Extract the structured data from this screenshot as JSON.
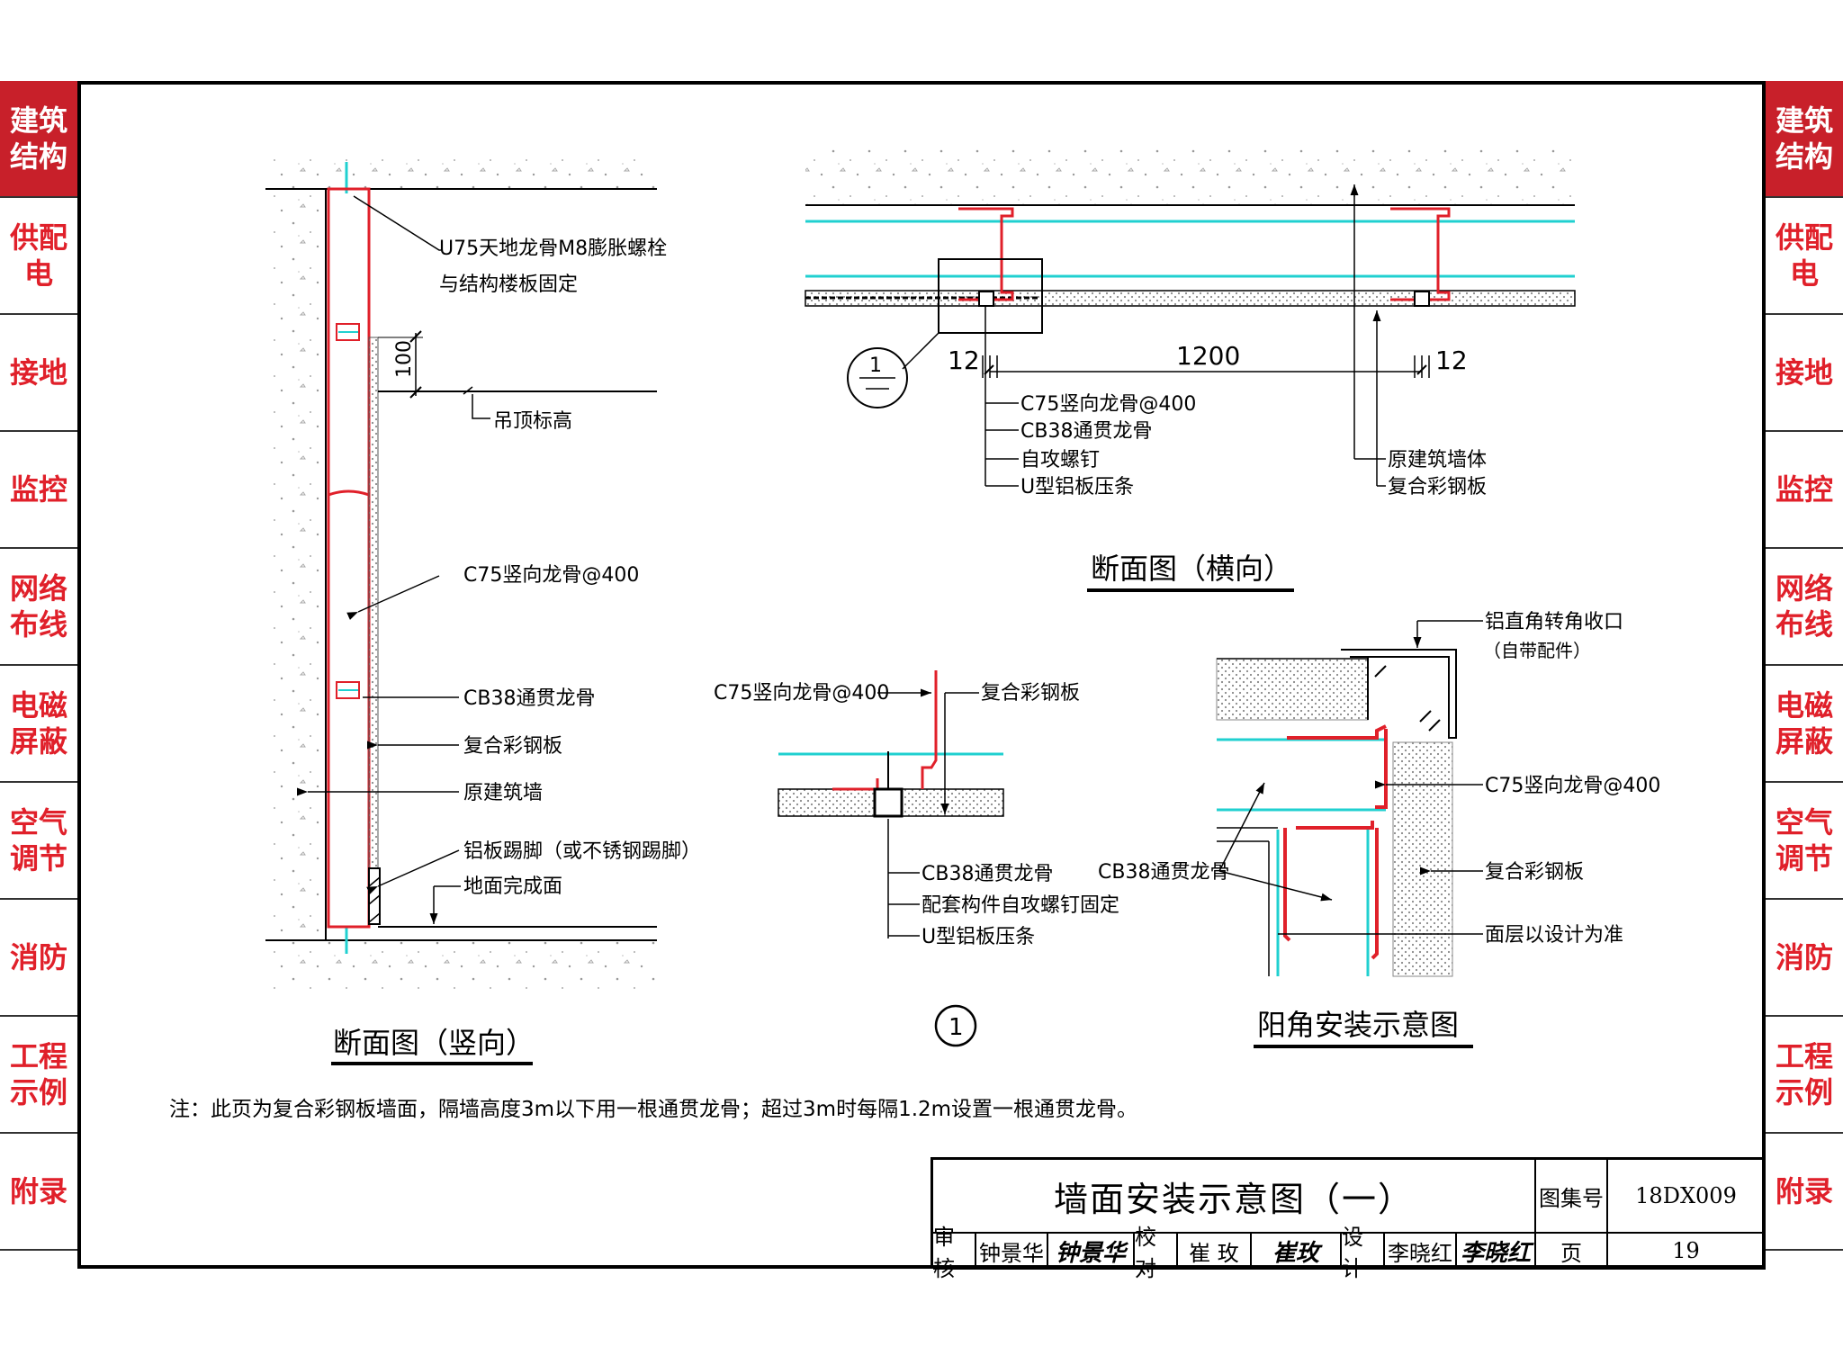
{
  "side_tabs": [
    "建筑结构",
    "供配电",
    "接地",
    "监控",
    "网络布线",
    "电磁屏蔽",
    "空气调节",
    "消防",
    "工程示例",
    "附录"
  ],
  "active_tab": 0,
  "vertical_section": {
    "title": "断面图（竖向）",
    "label_u75": "U75天地龙骨M8膨胀螺栓",
    "label_u75_2": "与结构楼板固定",
    "dim_100": "100",
    "label_ceiling": "吊顶标高",
    "label_c75": "C75竖向龙骨@400",
    "label_cb38": "CB38通贯龙骨",
    "label_panel": "复合彩钢板",
    "label_wall": "原建筑墙",
    "label_skirting": "铝板踢脚（或不锈钢踢脚）",
    "label_floor": "地面完成面"
  },
  "horizontal_section": {
    "title": "断面图（横向）",
    "dim_12a": "12",
    "dim_1200": "1200",
    "dim_12b": "12",
    "detail_ref": "1",
    "labels_left": [
      "C75竖向龙骨@400",
      "CB38通贯龙骨",
      "自攻螺钉",
      "U型铝板压条"
    ],
    "labels_right": [
      "原建筑墙体",
      "复合彩钢板"
    ]
  },
  "detail_1": {
    "ref": "1",
    "label_c75": "C75竖向龙骨@400",
    "label_panel": "复合彩钢板",
    "labels_bottom": [
      "CB38通贯龙骨",
      "配套构件自攻螺钉固定",
      "U型铝板压条"
    ]
  },
  "corner": {
    "title": "阳角安装示意图",
    "label_corner_1": "铝直角转角收口",
    "label_corner_2": "（自带配件）",
    "label_c75": "C75竖向龙骨@400",
    "label_cb38": "CB38通贯龙骨",
    "label_panel": "复合彩钢板",
    "label_finish": "面层以设计为准"
  },
  "note": "注：此页为复合彩钢板墙面，隔墙高度3m以下用一根通贯龙骨；超过3m时每隔1.2m设置一根通贯龙骨。",
  "title_block": {
    "title": "墙面安装示意图（一）",
    "atlas_label": "图集号",
    "atlas_no": "18DX009",
    "page_label": "页",
    "page_no": "19",
    "review_label": "审核",
    "reviewer": "钟景华",
    "reviewer_sig": "钟景华",
    "check_label": "校对",
    "checker": "崔 玫",
    "checker_sig": "崔玫",
    "design_label": "设计",
    "designer": "李晓红",
    "designer_sig": "李晓红"
  },
  "colors": {
    "accent": "#c8202a",
    "steel": "#e0202a",
    "panel_line": "#20d0d0"
  }
}
